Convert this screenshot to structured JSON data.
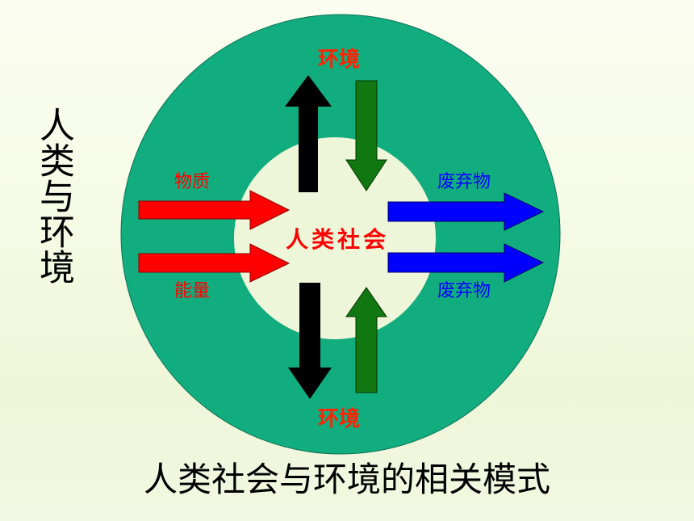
{
  "diagram": {
    "side_title": "人类与环境",
    "caption": "人类社会与环境的相关模式",
    "center": "人类社会",
    "env_top": "环境",
    "env_bottom": "环境",
    "input_top": "物质",
    "input_bottom": "能量",
    "output_top": "废弃物",
    "output_bottom": "废弃物"
  },
  "colors": {
    "ring": "#11ad7f",
    "inner": "#eef6d9",
    "red_arrow": "#ff0000",
    "blue_arrow": "#0000ff",
    "black_arrow": "#000000",
    "green_arrow": "#117711"
  }
}
